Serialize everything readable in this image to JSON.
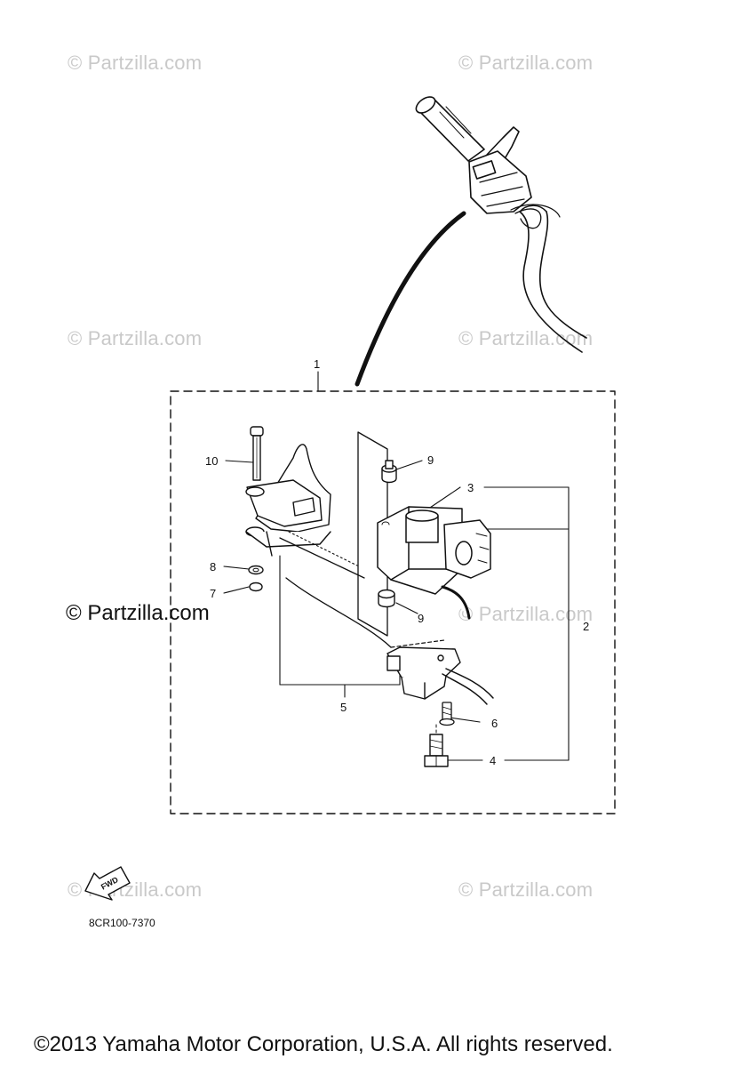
{
  "watermarks": {
    "light": "© Partzilla.com",
    "strong": "© Partzilla.com"
  },
  "callouts": {
    "c1": "1",
    "c2": "2",
    "c3": "3",
    "c4": "4",
    "c5": "5",
    "c6": "6",
    "c7": "7",
    "c8": "8",
    "c9a": "9",
    "c9b": "9",
    "c10": "10"
  },
  "fwd_arrow": {
    "label": "FWD"
  },
  "diagram_code": "8CR100-7370",
  "footer": "©2013 Yamaha Motor Corporation, U.S.A. All rights reserved.",
  "colors": {
    "ink": "#111111",
    "watermark": "#c9c9c9",
    "background": "#ffffff"
  }
}
